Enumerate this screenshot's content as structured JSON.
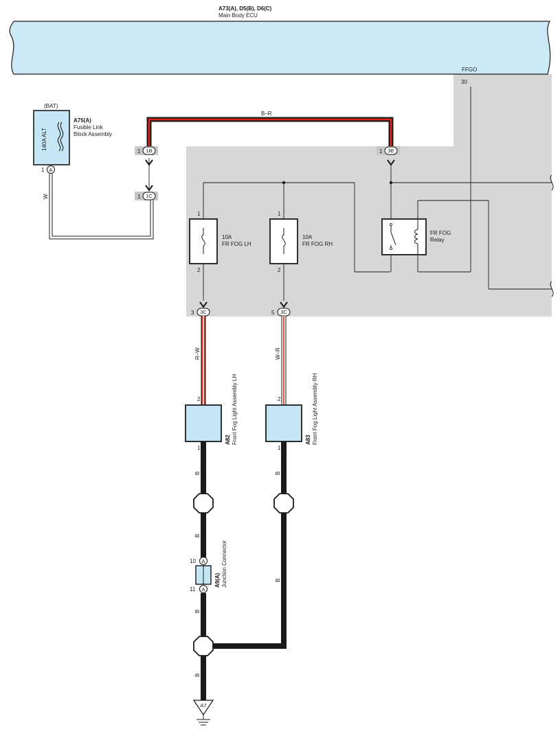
{
  "ecu": {
    "header_bold": "A73(A), D5(B), D6(C)",
    "header_name": "Main Body ECU",
    "terminal_label": "FFGO",
    "terminal_pin": "30"
  },
  "fusible_link": {
    "top_label": "(BAT)",
    "code": "A75(A)",
    "name_line1": "Fusible Link",
    "name_line2": "Block Assembly",
    "rating": "140A ALT",
    "pin": "1",
    "connector": "A"
  },
  "wires": {
    "bat_to_ecu": "B–R",
    "bat_feed": "W",
    "lh_feed": "R–W",
    "rh_feed": "W–R",
    "ground": "B"
  },
  "connectors": {
    "c1b": {
      "pin": "1",
      "label": "1B"
    },
    "c1c": {
      "pin": "1",
      "label": "1C"
    },
    "c3e": {
      "pin": "1",
      "label": "3E"
    },
    "c3c_lh": {
      "pin": "3",
      "label": "3C"
    },
    "c3c_rh": {
      "pin": "5",
      "label": "3C"
    }
  },
  "fuses": {
    "lh": {
      "rating": "10A",
      "name": "FR FOG LH",
      "pin_top": "1",
      "pin_bottom": "2"
    },
    "rh": {
      "rating": "10A",
      "name": "FR FOG RH",
      "pin_top": "1",
      "pin_bottom": "2"
    }
  },
  "relay": {
    "name_line1": "FR FOG",
    "name_line2": "Relay"
  },
  "lamps": {
    "lh": {
      "code": "A82",
      "name": "Front Fog Light Assembly LH",
      "pin_top": "2",
      "pin_bottom": "1"
    },
    "rh": {
      "code": "A83",
      "name": "Front Fog Light Assembly RH",
      "pin_top": "2",
      "pin_bottom": "1"
    }
  },
  "junction": {
    "code": "A9(A)",
    "name": "Junction Connector",
    "pin_top": "10",
    "pin_bottom": "11",
    "connector": "A"
  },
  "ground": {
    "label": "A7"
  },
  "colors": {
    "ecu_fill": "#cbe9f7",
    "component_fill": "#c4e6f5",
    "ecu_area": "#d7d7d7",
    "wire_red": "#e0261b",
    "wire_black": "#1a1a1a",
    "wire_white": "#ffffff"
  }
}
